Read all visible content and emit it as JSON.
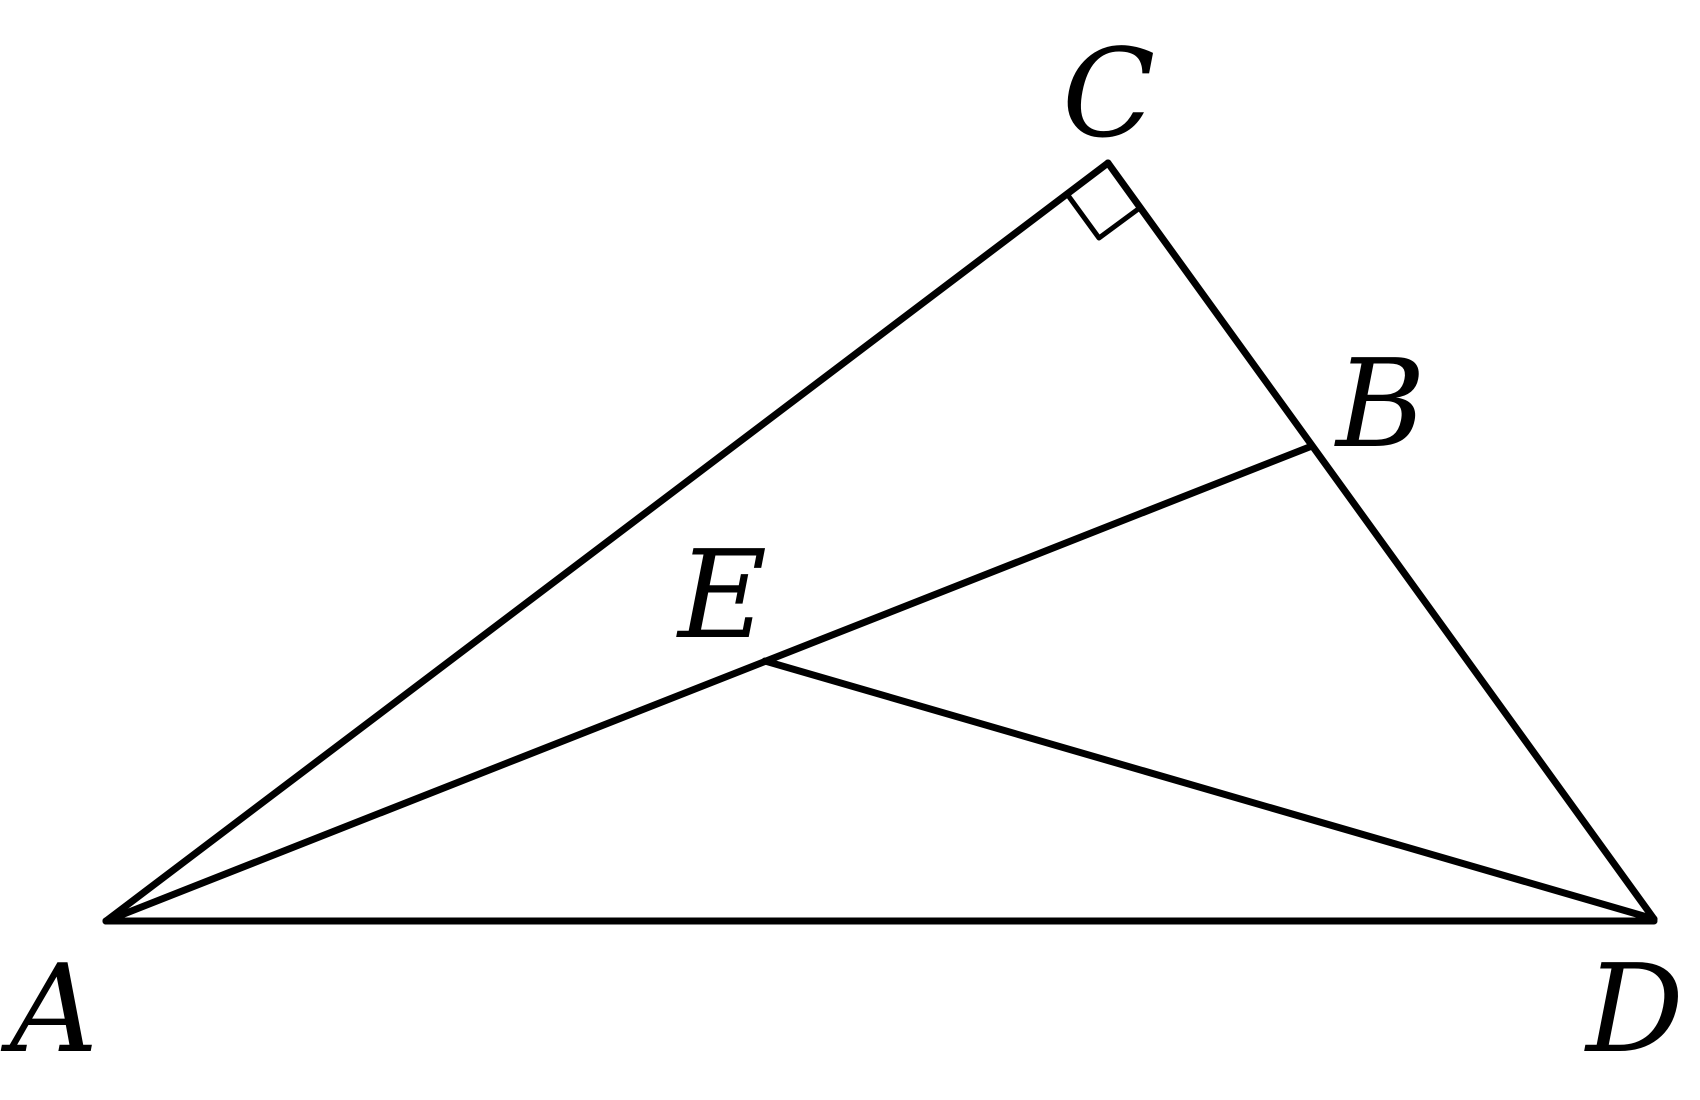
{
  "diagram": {
    "labels": {
      "A": "A",
      "B": "B",
      "C": "C",
      "D": "D",
      "E": "E"
    },
    "segments": [
      "AC",
      "CD",
      "AD",
      "AB",
      "ED"
    ],
    "right_angle_at": "C",
    "stroke_color": "#000000",
    "background": "#ffffff"
  }
}
